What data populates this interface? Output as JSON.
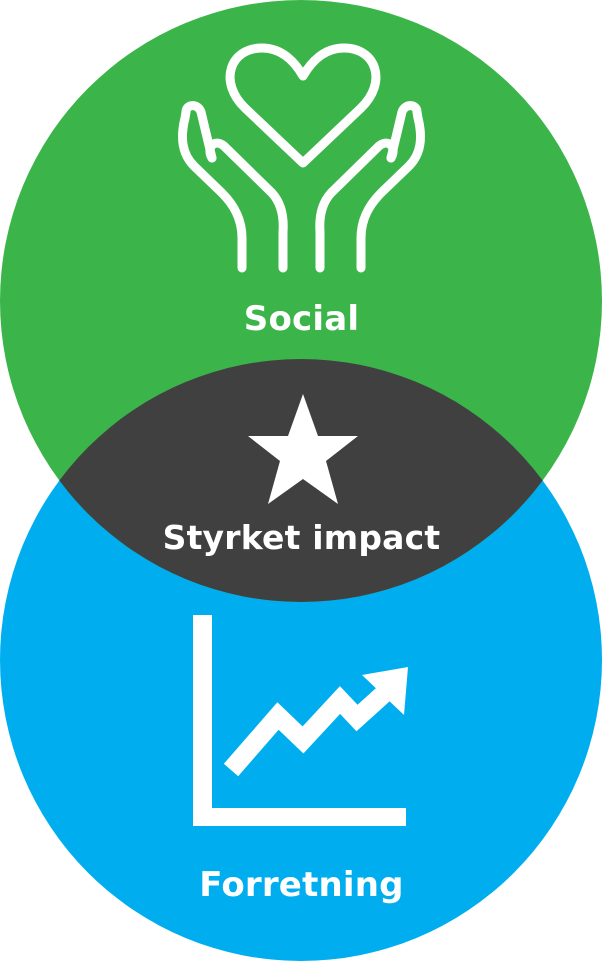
{
  "diagram": {
    "social": {
      "label": "Social",
      "icon": "heart-in-hands-icon",
      "color": "#3bb54a"
    },
    "overlap": {
      "label": "Styrket impact",
      "icon": "star-icon",
      "color": "#404041"
    },
    "business": {
      "label": "Forretning",
      "icon": "growth-chart-icon",
      "color": "#00aeef"
    },
    "icon_color": "#ffffff"
  }
}
